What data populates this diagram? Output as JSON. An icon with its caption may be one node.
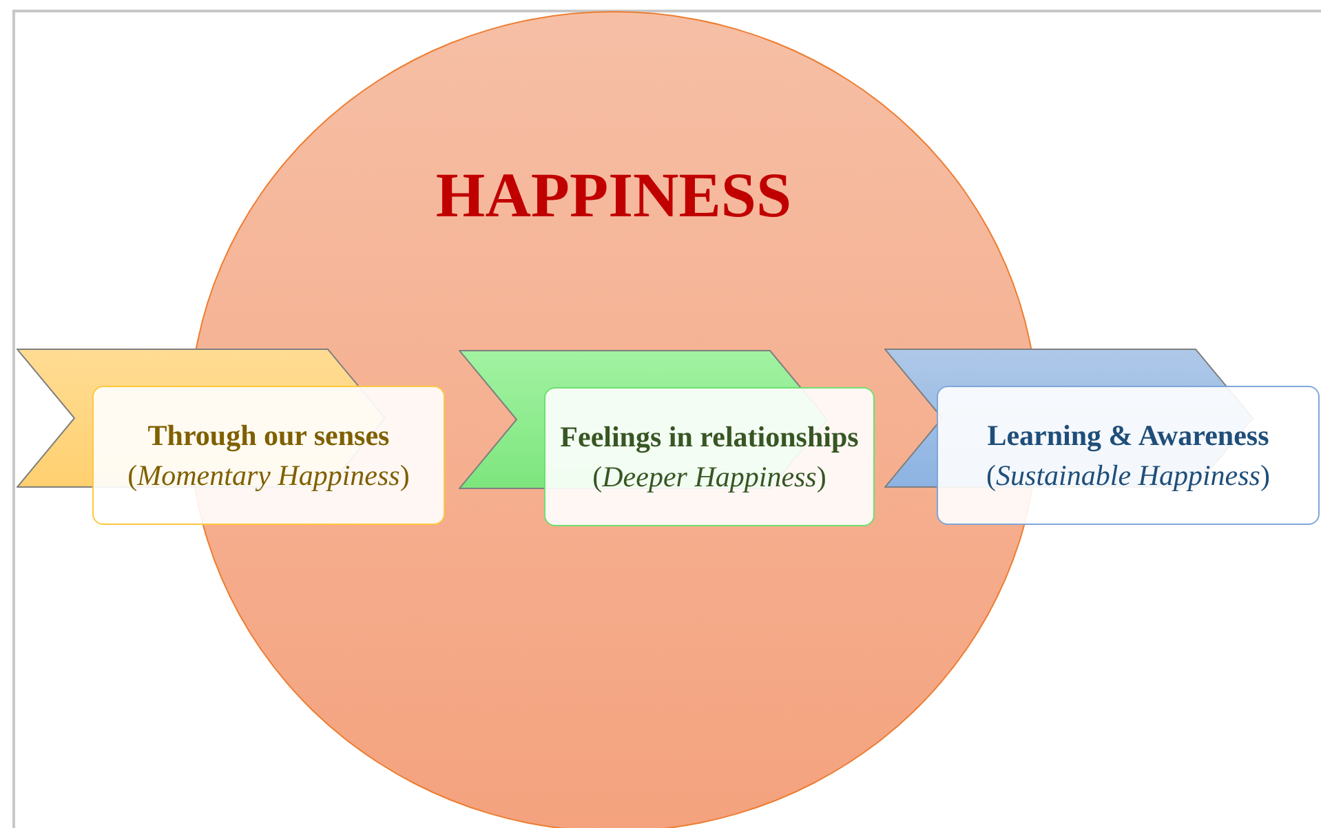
{
  "diagram": {
    "nodes": [
      {
        "text": [
          "HAPPINESS"
        ]
      },
      {
        "text": [
          "Through our senses",
          "(*Momentary Happiness*)"
        ]
      },
      {
        "text": [
          "Feelings in relationships",
          "(*Deeper Happiness*)"
        ],
        "in": 0
      },
      {
        "text": [
          "Learning & Awareness",
          "(*Sustainable Happiness*)"
        ]
      }
    ]
  }
}
